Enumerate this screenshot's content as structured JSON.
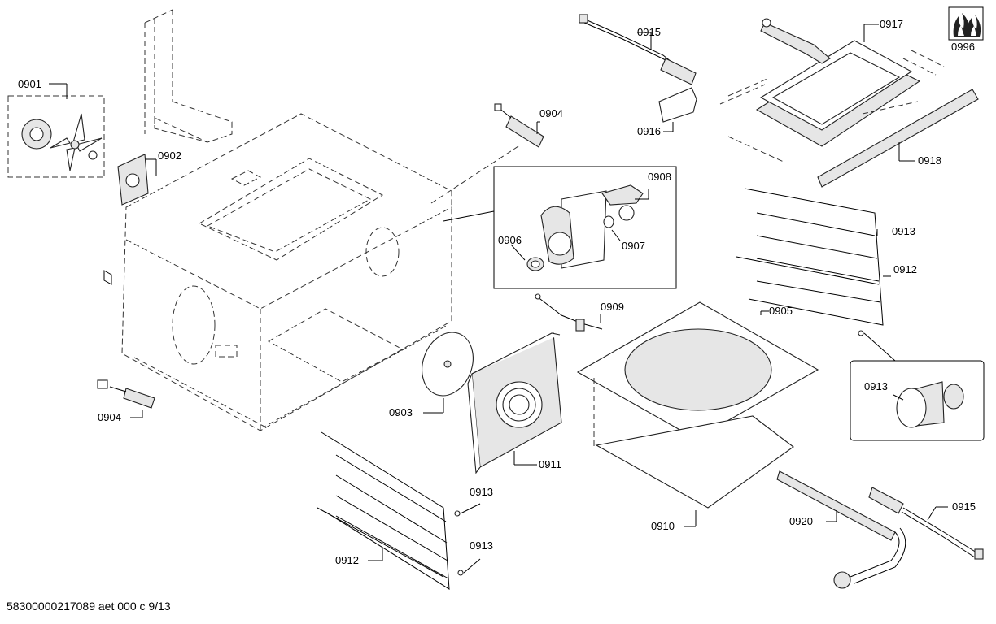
{
  "labels": {
    "p0901": "0901",
    "p0902": "0902",
    "p0903": "0903",
    "p0904_top": "0904",
    "p0904_bottom": "0904",
    "p0905": "0905",
    "p0906": "0906",
    "p0907": "0907",
    "p0908": "0908",
    "p0909": "0909",
    "p0910": "0910",
    "p0911": "0911",
    "p0912_right": "0912",
    "p0912_bottom": "0912",
    "p0913_right": "0913",
    "p0913_detail": "0913",
    "p0913_bottom_a": "0913",
    "p0913_bottom_b": "0913",
    "p0915_top": "0915",
    "p0915_bottom": "0915",
    "p0916": "0916",
    "p0917": "0917",
    "p0918": "0918",
    "p0920": "0920",
    "p0996": "0996"
  },
  "footer": {
    "doc_ref": "58300000217089 aet 000 c 9/13"
  },
  "icons": {
    "flame": "flame-icon"
  }
}
